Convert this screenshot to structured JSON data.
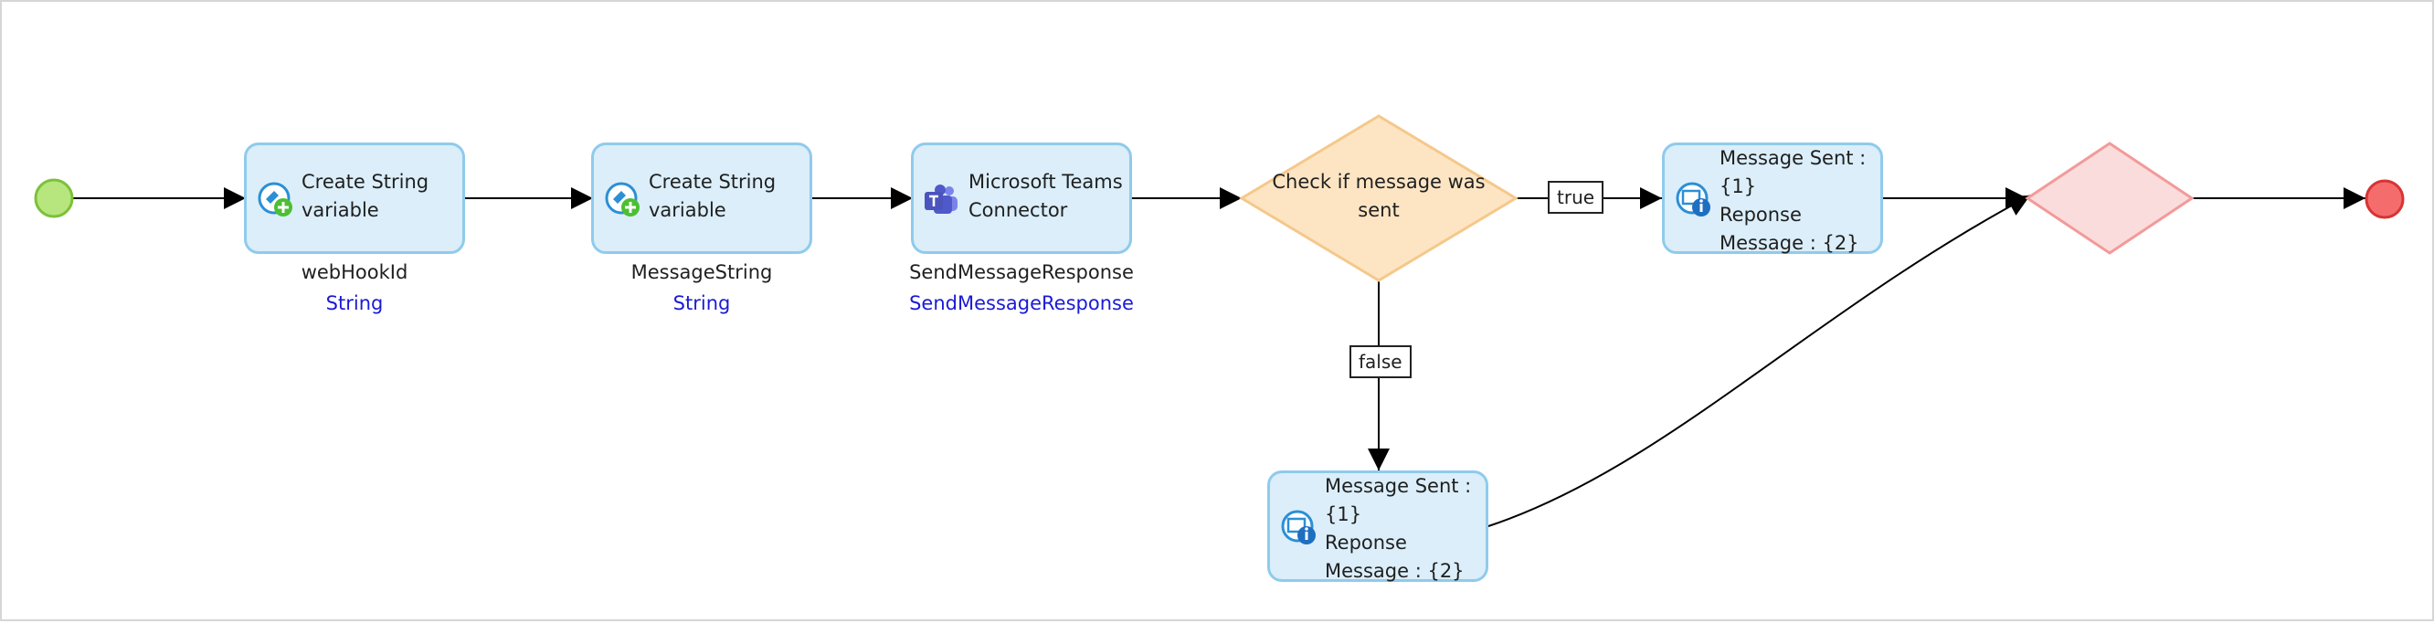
{
  "diagram": {
    "start_event": {
      "color": "#b7e67e",
      "border": "#7cc13a"
    },
    "end_event": {
      "color": "#f56c6c",
      "border": "#d63434"
    },
    "activities": [
      {
        "id": "create1",
        "label": "Create String\nvariable",
        "icon": "create-variable-icon",
        "var_name": "webHookId",
        "var_type": "String"
      },
      {
        "id": "create2",
        "label": "Create String\nvariable",
        "icon": "create-variable-icon",
        "var_name": "MessageString",
        "var_type": "String"
      },
      {
        "id": "teams",
        "label": "Microsoft Teams\nConnector",
        "icon": "microsoft-teams-icon",
        "var_name": "SendMessageResponse",
        "var_type": "SendMessageResponse"
      },
      {
        "id": "msg_true",
        "label": "Message Sent :\n{1}\nReponse\nMessage : {2}",
        "icon": "show-message-icon"
      },
      {
        "id": "msg_false",
        "label": "Message Sent :\n{1}\nReponse\nMessage : {2}",
        "icon": "show-message-icon"
      }
    ],
    "decision": {
      "label": "Check if message was\nsent",
      "fill": "#fde5c4",
      "border": "#f5c88a"
    },
    "merge": {
      "fill": "#fbdcdc",
      "border": "#f29a9a"
    },
    "conditions": {
      "true_label": "true",
      "false_label": "false"
    }
  }
}
